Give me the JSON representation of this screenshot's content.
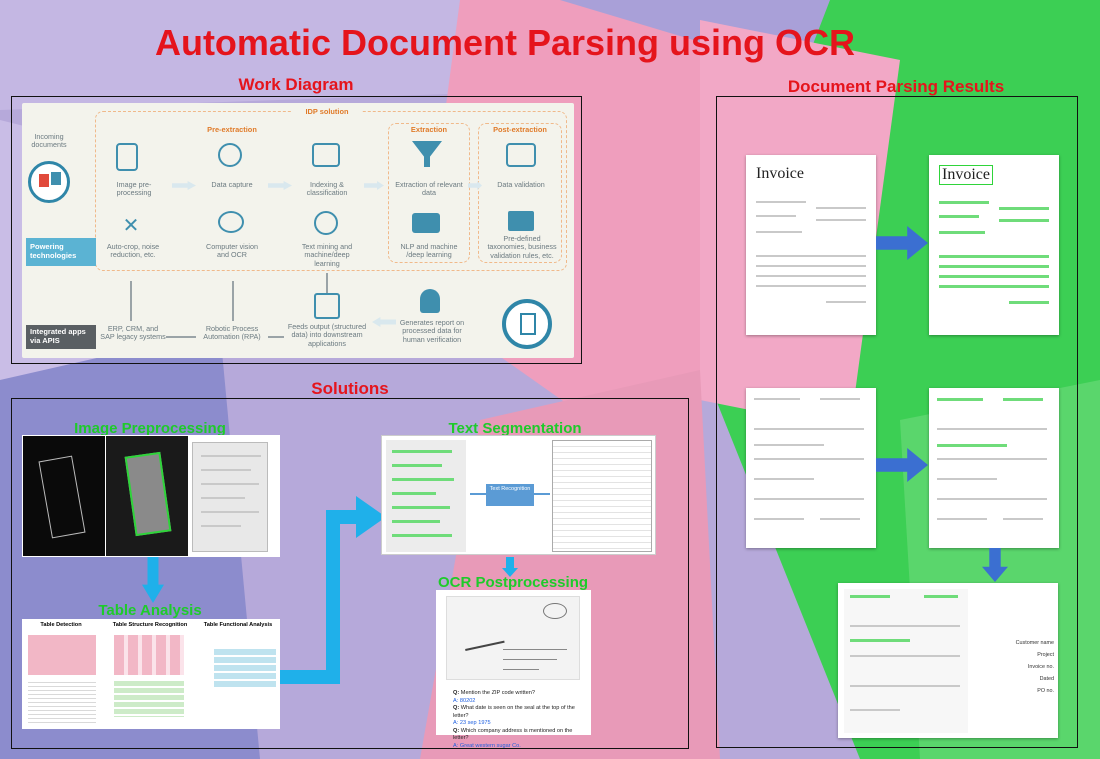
{
  "title": "Automatic Document Parsing using OCR",
  "sections": {
    "work_diagram": "Work Diagram",
    "results": "Document Parsing Results",
    "solutions": "Solutions"
  },
  "diagram": {
    "idp_label": "IDP solution",
    "incoming": "Incoming documents",
    "powering": "Powering technologies",
    "integrated": "Integrated apps via APIS",
    "phases": {
      "pre": "Pre-extraction",
      "ext": "Extraction",
      "post": "Post-extraction"
    },
    "steps": [
      "Image pre-processing",
      "Data capture",
      "Indexing & classification",
      "Extraction of relevant data",
      "Data validation"
    ],
    "techs": [
      "Auto-crop, noise reduction, etc.",
      "Computer vision and OCR",
      "Text mining and machine/deep learning",
      "NLP and machine /deep learning",
      "Pre-defined taxonomies, business validation rules, etc."
    ],
    "bottom": [
      "ERP, CRM, and SAP legacy systems",
      "Robotic Process Automation (RPA)",
      "Feeds output (structured data) into downstream applications",
      "Generates report on processed data for human verification"
    ]
  },
  "solutions": {
    "image_preprocessing": "Image Preprocessing",
    "text_segmentation": "Text Segmentation",
    "table_analysis": "Table Analysis",
    "ocr_postprocessing": "OCR Postprocessing",
    "text_recognition": "Text Recognition",
    "table_labels": [
      "Table Detection",
      "Table Structure Recognition",
      "Table Functional Analysis"
    ],
    "qa": [
      {
        "q": "Mention the ZIP code written?",
        "a": "80202"
      },
      {
        "q": "What date is seen on the seal at the top of the letter?",
        "a": "23 sep 1975"
      },
      {
        "q": "Which company address is mentioned on the letter?",
        "a": "Great western sugar Co."
      }
    ],
    "qa_q_prefix": "Q:",
    "qa_a_prefix": "A:"
  },
  "results": {
    "invoice_word": "Invoice",
    "summary_labels": [
      "Customer name",
      "Project",
      "Invoice no.",
      "Dated",
      "PO no."
    ]
  },
  "colors": {
    "title_red": "#e5141c",
    "section_green": "#1ecb2a",
    "arrow_blue": "#3b6fd1",
    "arrow_cyan": "#1fb0ea"
  }
}
